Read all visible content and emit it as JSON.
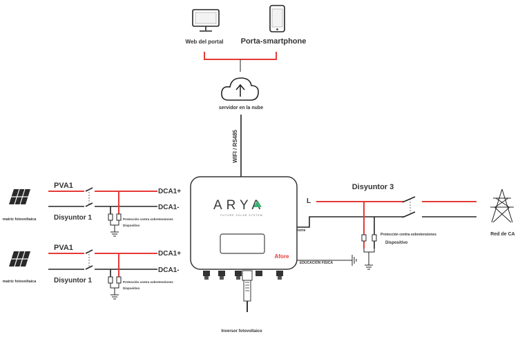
{
  "top": {
    "web_portal_label": "Web del portal",
    "smartphone_label": "Porta-smartphone",
    "cloud_label": "servidor en la nube",
    "comm_label": "WIFI / RS485"
  },
  "pv_strings": [
    {
      "array_label": "matriz fotovoltaica",
      "pva_label": "PVA1",
      "breaker_label": "Disyuntor 1",
      "dc_plus_label": "DCA1+",
      "dc_minus_label": "DCA1-",
      "spd_label_1": "Protección contra sobretensiones",
      "spd_label_2": "Dispositivo"
    },
    {
      "array_label": "matriz fotovoltaica",
      "pva_label": "PVA1",
      "breaker_label": "Disyuntor 1",
      "dc_plus_label": "DCA1+",
      "dc_minus_label": "DCA1-",
      "spd_label_1": "Protección contra sobretensiones",
      "spd_label_2": "Dispositivo"
    }
  ],
  "inverter": {
    "brand": "ARYA",
    "tagline": "FUTURE SOLAR SYSTEM",
    "maker": "Afore",
    "caption": "Inversor fotovoltaico"
  },
  "ac_side": {
    "breaker_label": "Disyuntor 3",
    "line_label": "L",
    "neutral_label": "norte",
    "spd_label_1": "Protección contra sobretensiones",
    "spd_label_2": "Dispositivo",
    "earth_label": "EDUCACIÓN FÍSICA",
    "grid_label": "Red de CA"
  }
}
